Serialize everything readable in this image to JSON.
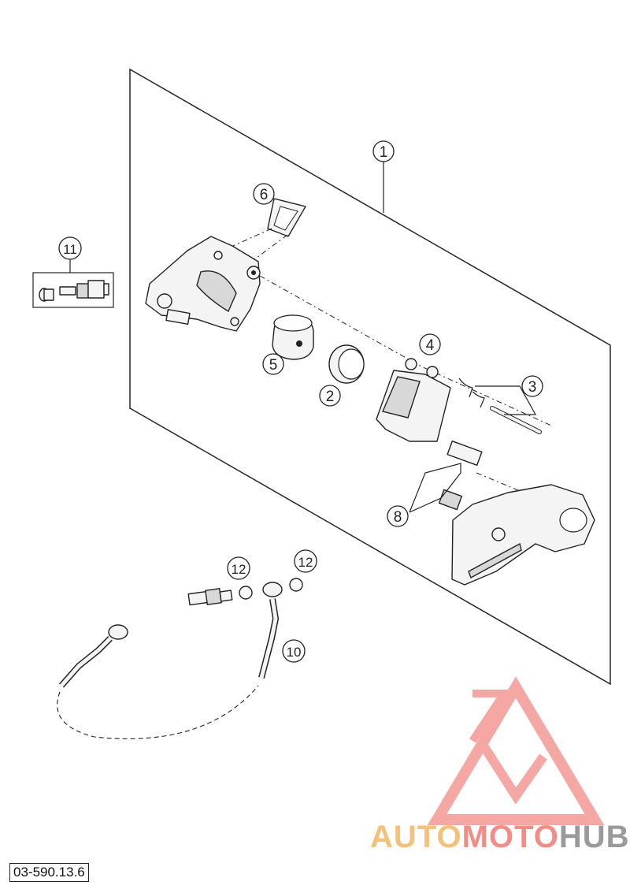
{
  "callouts": [
    "1",
    "2",
    "3",
    "4",
    "5",
    "6",
    "8",
    "10",
    "11",
    "12",
    "12"
  ],
  "doc_code": "03-590.13.6",
  "watermark": {
    "part1": "AUTO",
    "part2": "MOTO",
    "part3": "HUB",
    "colors": {
      "auto": "#f3c27a",
      "moto": "#f28c86",
      "hub": "#9a9a9a",
      "triangle": "#f06e69"
    }
  }
}
